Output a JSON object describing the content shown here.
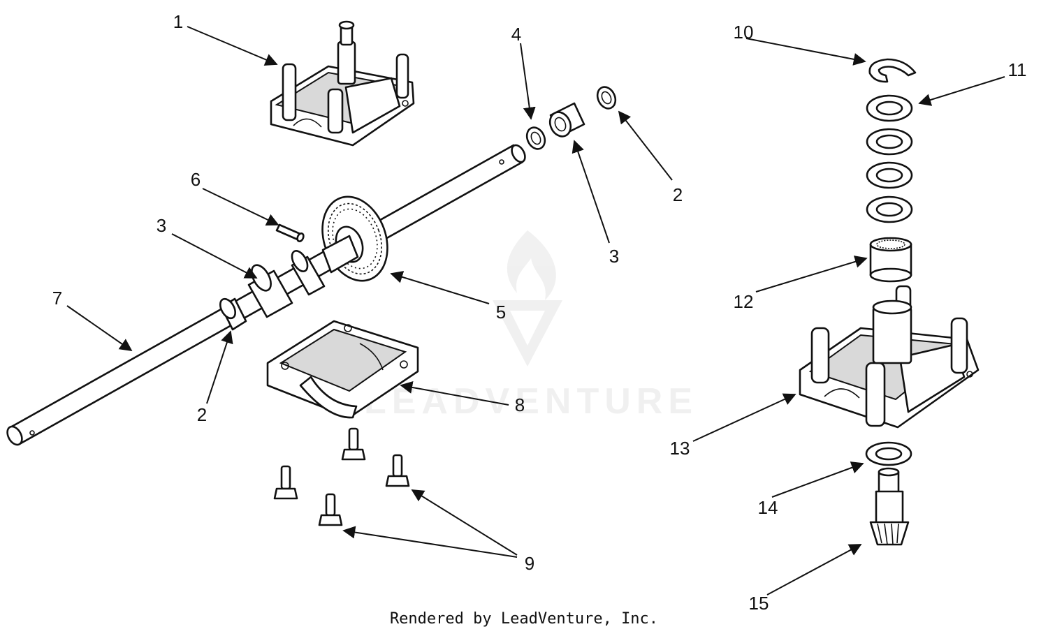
{
  "footer_text": "Rendered by LeadVenture, Inc.",
  "watermark_text": "LEADVENTURE",
  "callouts": [
    {
      "id": "c1",
      "text": "1"
    },
    {
      "id": "c2a",
      "text": "2"
    },
    {
      "id": "c2b",
      "text": "2"
    },
    {
      "id": "c3a",
      "text": "3"
    },
    {
      "id": "c3b",
      "text": "3"
    },
    {
      "id": "c4",
      "text": "4"
    },
    {
      "id": "c5",
      "text": "5"
    },
    {
      "id": "c6",
      "text": "6"
    },
    {
      "id": "c7",
      "text": "7"
    },
    {
      "id": "c8",
      "text": "8"
    },
    {
      "id": "c9",
      "text": "9"
    },
    {
      "id": "c10",
      "text": "10"
    },
    {
      "id": "c11",
      "text": "11"
    },
    {
      "id": "c12",
      "text": "12"
    },
    {
      "id": "c13",
      "text": "13"
    },
    {
      "id": "c14",
      "text": "14"
    },
    {
      "id": "c15",
      "text": "15"
    }
  ]
}
